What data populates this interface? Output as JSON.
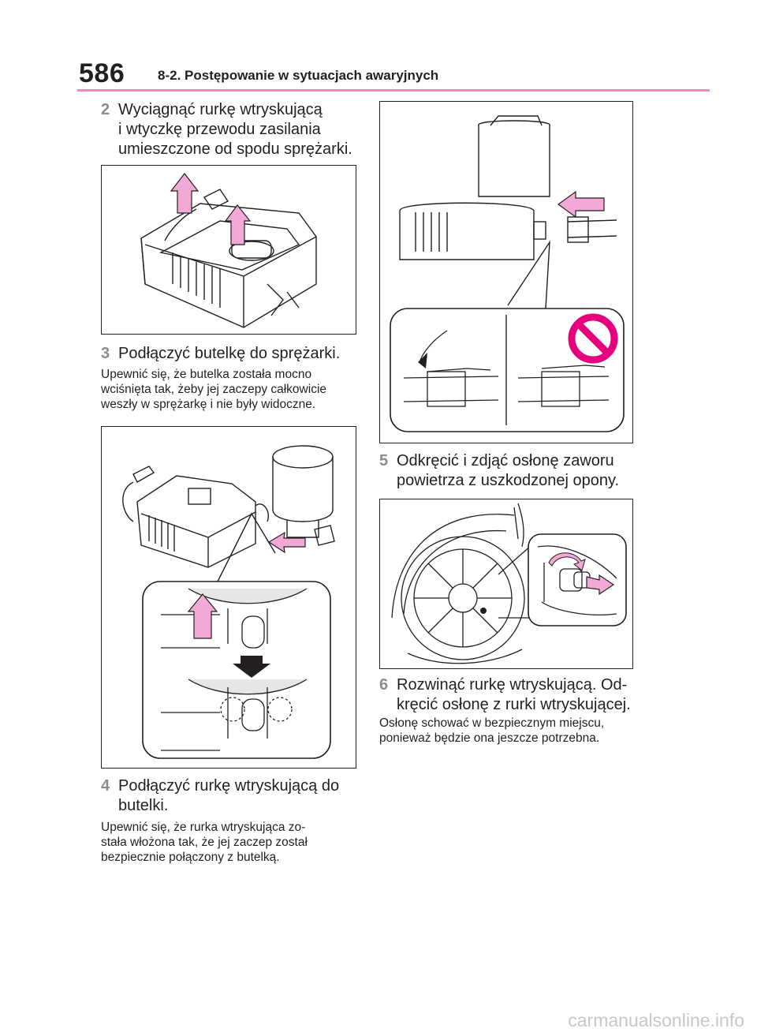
{
  "header": {
    "page_number": "586",
    "section_title": "8-2. Postępowanie w sytuacjach awaryjnych",
    "rule_color": "#e98bc0"
  },
  "steps": [
    {
      "number": "2",
      "text": "Wyciągnąć rurkę wtryskującą\ni wtyczkę przewodu zasilania\numieszczone od spodu sprężarki."
    },
    {
      "number": "3",
      "text": "Podłączyć butelkę do sprężarki.",
      "note": "Upewnić się, że butelka została mocno\nwciśnięta tak, żeby jej zaczepy całkowicie\nweszły w sprężarkę i nie były widoczne."
    },
    {
      "number": "4",
      "text": "Podłączyć rurkę wtryskującą do\nbutelki.",
      "note": "Upewnić się, że rurka wtryskująca zo-\nstała włożona tak, że jej zaczep został\nbezpiecznie połączony z butelką."
    },
    {
      "number": "5",
      "text": "Odkręcić i zdjąć osłonę zaworu\npowietrza z uszkodzonej opony."
    },
    {
      "number": "6",
      "text": "Rozwinąć rurkę wtryskującą. Od-\nkręcić osłonę z rurki wtryskującej.",
      "note": "Osłonę schować w bezpiecznym miejscu,\nponieważ będzie ona jeszcze potrzebna."
    }
  ],
  "figures": {
    "compressor_underside": {
      "arrow_icon": "up-arrow-icon"
    },
    "bottle_connect": {
      "arrow_icons": [
        "push-arrow-icon",
        "up-arrow-icon",
        "down-arrow-icon"
      ]
    },
    "tube_connect": {
      "arrow_icon": "left-arrow-icon",
      "prohibited_icon": "prohibited-icon"
    },
    "valve_cap": {
      "arrow_icon": "right-arrow-icon"
    }
  },
  "colors": {
    "arrow_fill": "#f2a9d6",
    "prohibited": "#e6007e",
    "step_number": "#8c8c8c"
  },
  "watermark": "carmanualsonline.info"
}
